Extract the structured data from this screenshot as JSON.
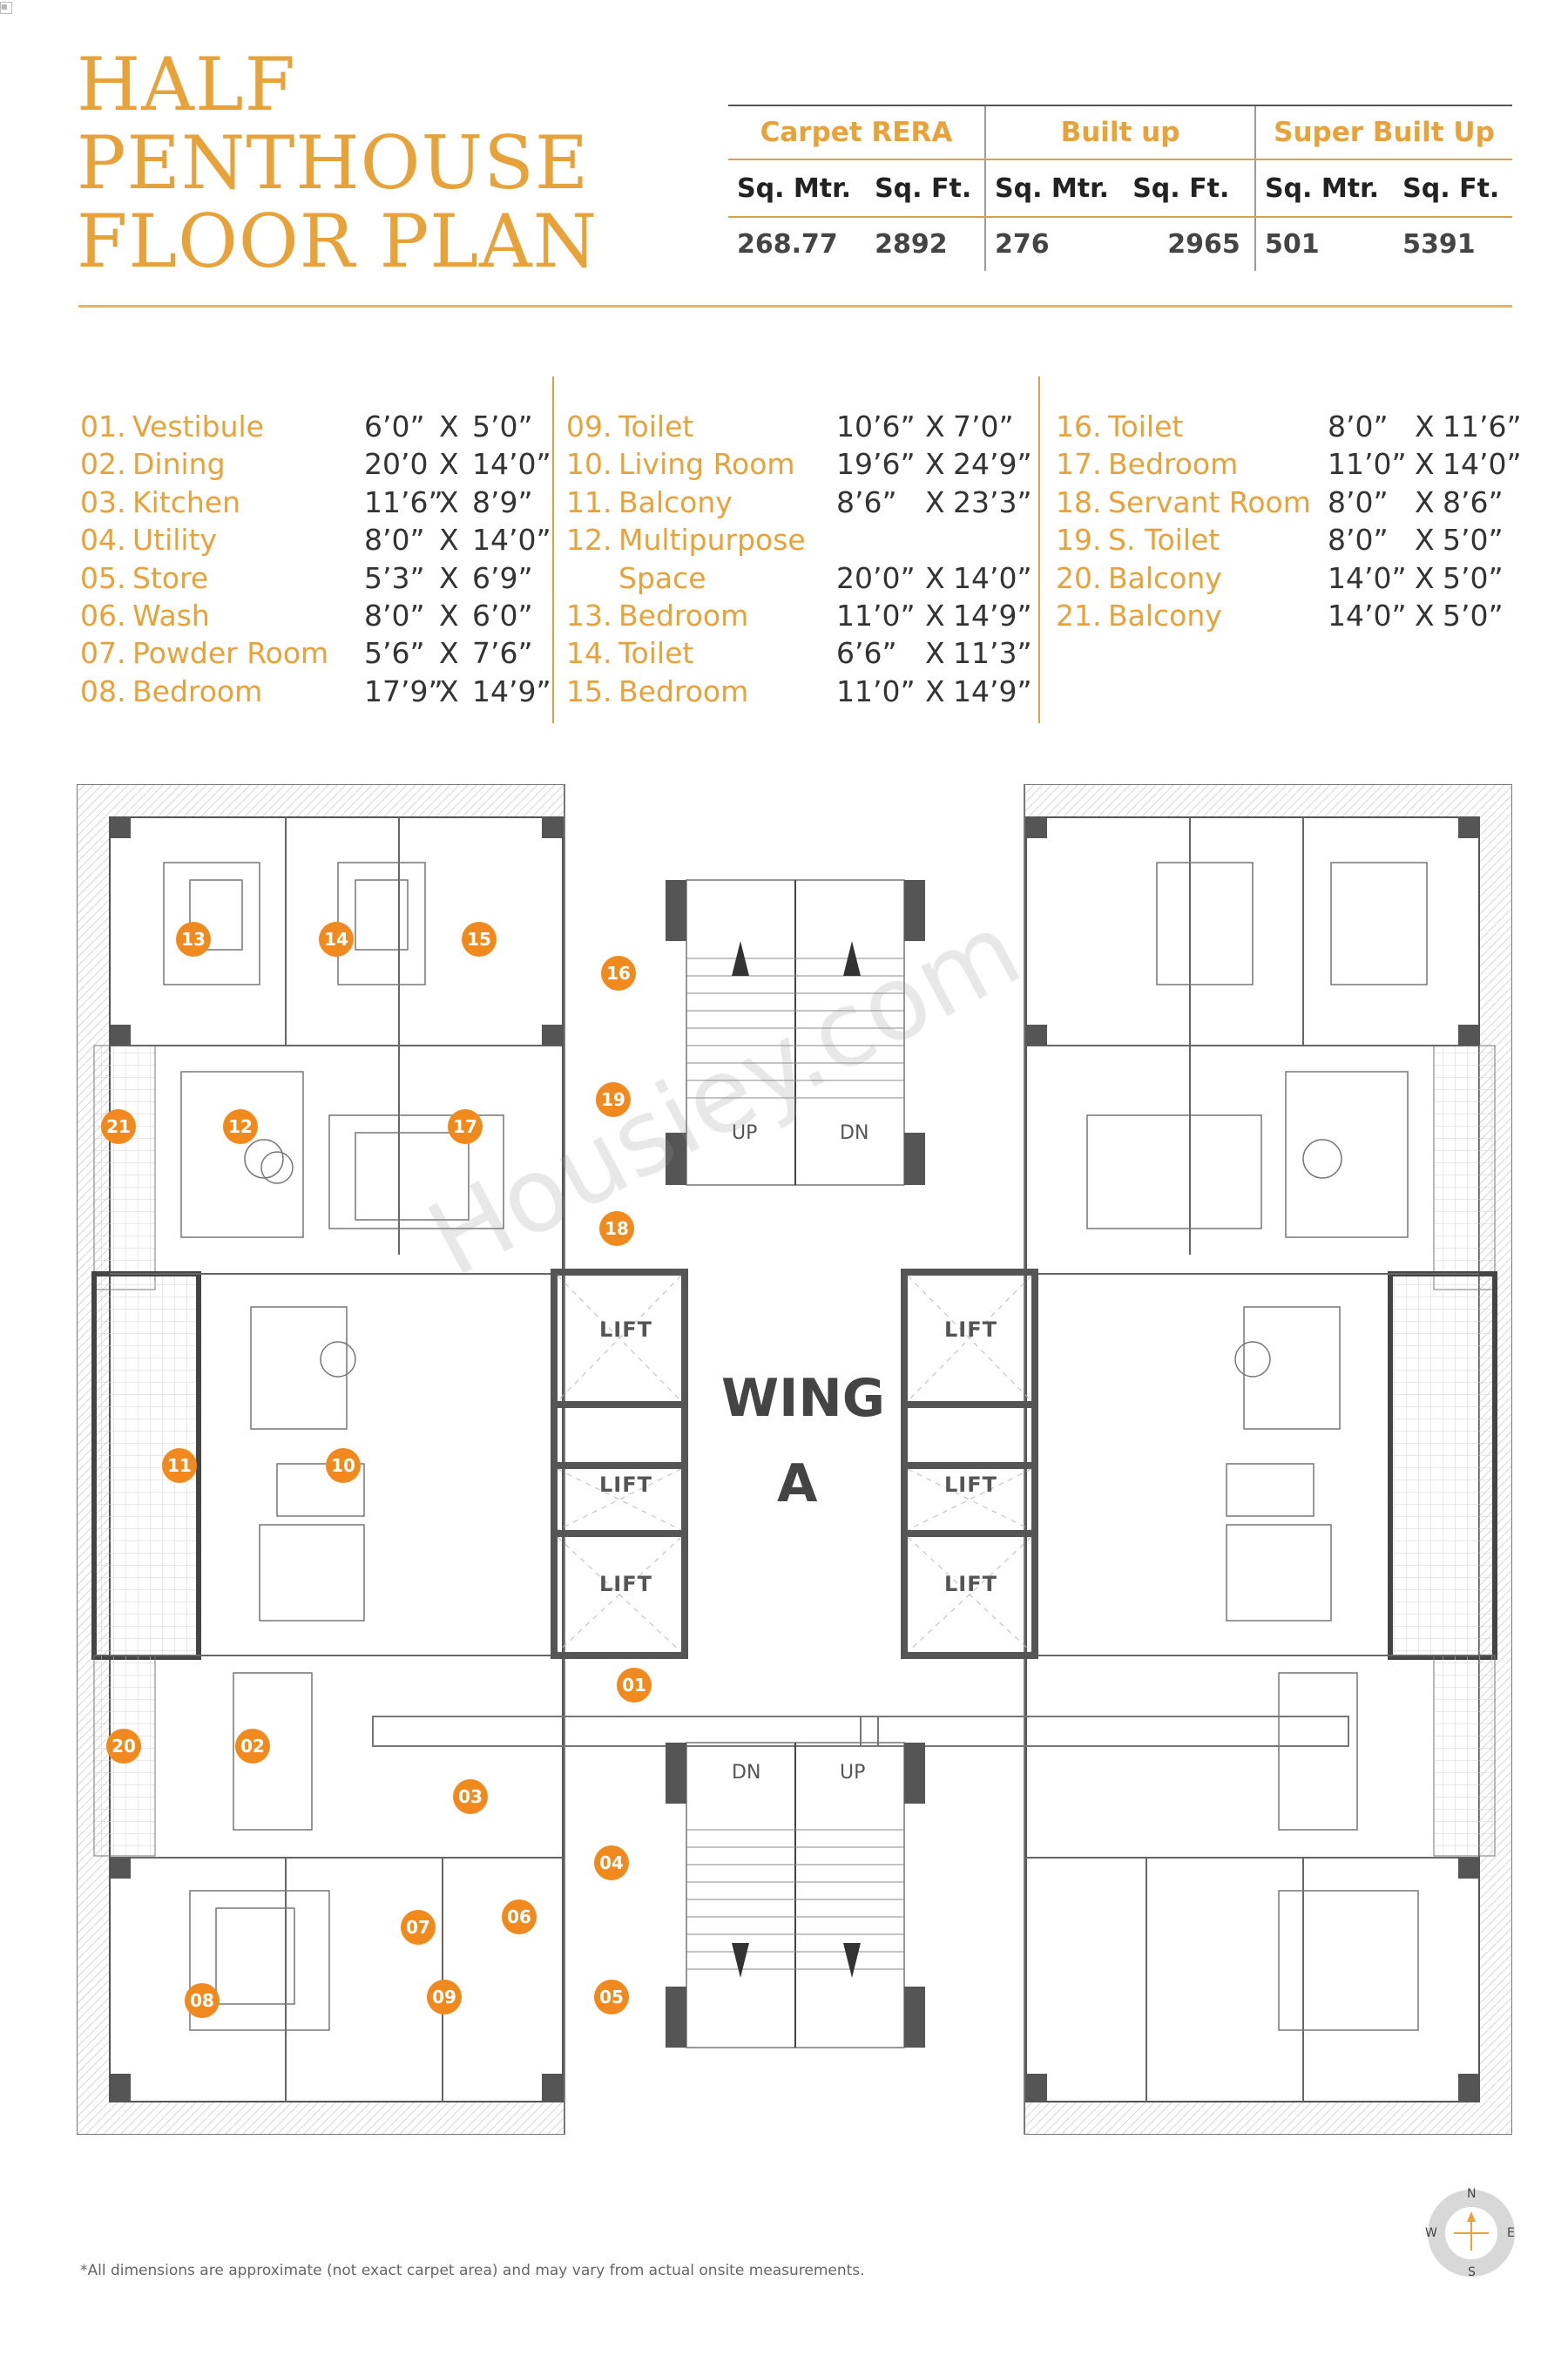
{
  "title": {
    "line1": "HALF",
    "line2": "PENTHOUSE",
    "line3": "FLOOR PLAN"
  },
  "area_table": {
    "groups": [
      "Carpet RERA",
      "Built up",
      "Super Built Up"
    ],
    "units": [
      "Sq. Mtr.",
      "Sq. Ft.",
      "Sq. Mtr.",
      "Sq. Ft.",
      "Sq. Mtr.",
      "Sq. Ft."
    ],
    "values": [
      "268.77",
      "2892",
      "276",
      "2965",
      "501",
      "5391"
    ]
  },
  "rooms": {
    "col1": [
      {
        "no": "01.",
        "name": "Vestibule",
        "w": "6’0”",
        "x": "X",
        "l": "5’0”"
      },
      {
        "no": "02.",
        "name": "Dining",
        "w": "20’0",
        "x": "X",
        "l": "14’0”"
      },
      {
        "no": "03.",
        "name": "Kitchen",
        "w": "11’6”",
        "x": "X",
        "l": "8’9”"
      },
      {
        "no": "04.",
        "name": "Utility",
        "w": "8’0”",
        "x": "X",
        "l": "14’0”"
      },
      {
        "no": "05.",
        "name": "Store",
        "w": "5’3”",
        "x": "X",
        "l": "6’9”"
      },
      {
        "no": "06.",
        "name": "Wash",
        "w": "8’0”",
        "x": "X",
        "l": "6’0”"
      },
      {
        "no": "07.",
        "name": "Powder Room",
        "w": "5’6”",
        "x": "X",
        "l": "7’6”"
      },
      {
        "no": "08.",
        "name": "Bedroom",
        "w": "17’9”",
        "x": "X",
        "l": "14’9”"
      }
    ],
    "col2": [
      {
        "no": "09.",
        "name": "Toilet",
        "w": "10’6”",
        "x": "X",
        "l": "7’0”"
      },
      {
        "no": "10.",
        "name": "Living Room",
        "w": "19’6”",
        "x": "X",
        "l": "24’9”"
      },
      {
        "no": "11.",
        "name": "Balcony",
        "w": "8’6”",
        "x": "X",
        "l": "23’3”"
      },
      {
        "no": "12.",
        "name": "Multipurpose",
        "w": "",
        "x": "",
        "l": ""
      },
      {
        "no": "",
        "name": "Space",
        "w": "20’0”",
        "x": "X",
        "l": "14’0”"
      },
      {
        "no": "13.",
        "name": "Bedroom",
        "w": "11’0”",
        "x": "X",
        "l": "14’9”"
      },
      {
        "no": "14.",
        "name": "Toilet",
        "w": "6’6”",
        "x": "X",
        "l": "11’3”"
      },
      {
        "no": "15.",
        "name": "Bedroom",
        "w": "11’0”",
        "x": "X",
        "l": "14’9”"
      }
    ],
    "col3": [
      {
        "no": "16.",
        "name": "Toilet",
        "w": "8’0”",
        "x": "X",
        "l": "11’6”"
      },
      {
        "no": "17.",
        "name": "Bedroom",
        "w": "11’0”",
        "x": "X",
        "l": "14’0”"
      },
      {
        "no": "18.",
        "name": "Servant Room",
        "w": "8’0”",
        "x": "X",
        "l": "8’6”"
      },
      {
        "no": "19.",
        "name": "S. Toilet",
        "w": "8’0”",
        "x": "X",
        "l": "5’0”"
      },
      {
        "no": "20.",
        "name": "Balcony",
        "w": "14’0”",
        "x": "X",
        "l": "5’0”"
      },
      {
        "no": "21.",
        "name": "Balcony",
        "w": "14’0”",
        "x": "X",
        "l": "5’0”"
      }
    ]
  },
  "plan": {
    "markers": [
      "13",
      "14",
      "15",
      "16",
      "21",
      "12",
      "17",
      "19",
      "18",
      "11",
      "10",
      "01",
      "20",
      "02",
      "03",
      "04",
      "07",
      "06",
      "08",
      "09",
      "05"
    ],
    "lift": "LIFT",
    "wing_line1": "WING",
    "wing_line2": "A",
    "up": "UP",
    "dn": "DN"
  },
  "watermark": "Housiey.com",
  "footnote": "*All dimensions are approximate (not exact carpet area) and may vary from actual onsite measurements.",
  "compass": {
    "n": "N",
    "s": "S",
    "e": "E",
    "w": "W"
  },
  "colors": {
    "accent": "#e8a23a",
    "marker": "#f08a1e",
    "wall": "#555555"
  }
}
